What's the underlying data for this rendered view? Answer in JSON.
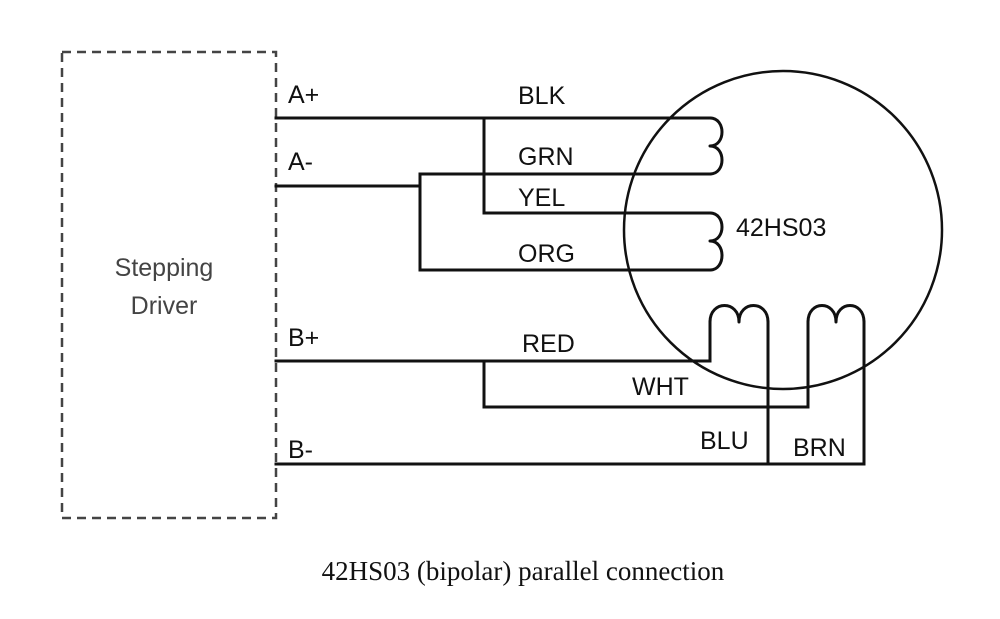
{
  "driver": {
    "label_line1": "Stepping",
    "label_line2": "Driver",
    "terminals": {
      "a_plus": "A+",
      "a_minus": "A-",
      "b_plus": "B+",
      "b_minus": "B-"
    }
  },
  "motor": {
    "model": "42HS03"
  },
  "wires": {
    "blk": "BLK",
    "grn": "GRN",
    "yel": "YEL",
    "org": "ORG",
    "red": "RED",
    "wht": "WHT",
    "blu": "BLU",
    "brn": "BRN"
  },
  "caption": "42HS03 (bipolar) parallel connection"
}
